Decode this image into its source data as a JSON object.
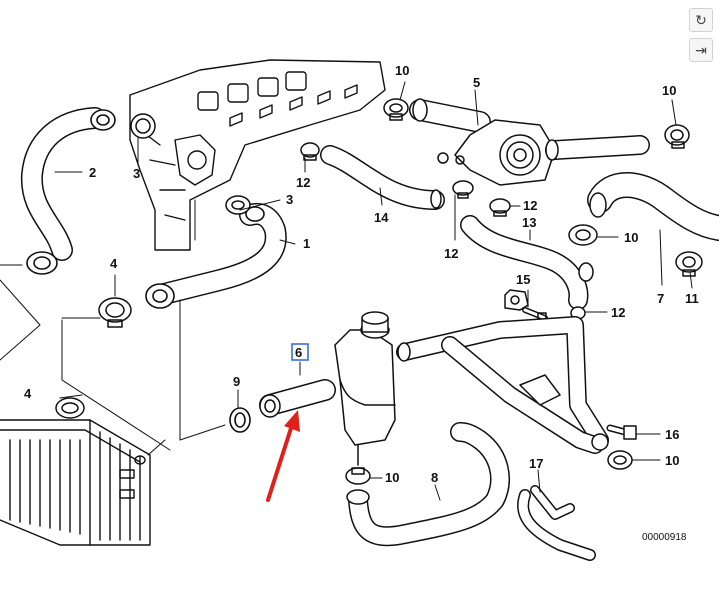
{
  "callouts": {
    "c1": "1",
    "c2": "2",
    "c3a": "3",
    "c3b": "3",
    "c4a": "4",
    "c4b": "4",
    "c5": "5",
    "c6": "6",
    "c7": "7",
    "c8": "8",
    "c9": "9",
    "c10a": "10",
    "c10b": "10",
    "c10c": "10",
    "c10d": "10",
    "c10e": "10",
    "c11": "11",
    "c12a": "12",
    "c12b": "12",
    "c12c": "12",
    "c12d": "12",
    "c13": "13",
    "c14": "14",
    "c15": "15",
    "c16": "16",
    "c17": "17"
  },
  "diagram_number": "00000918",
  "highlight": {
    "box_color": "#3a6ed8",
    "arrow_color": "#e0201b",
    "target": "6"
  },
  "toolbar": {
    "rotate_icon": "rotate-icon",
    "expand_icon": "expand-icon"
  }
}
